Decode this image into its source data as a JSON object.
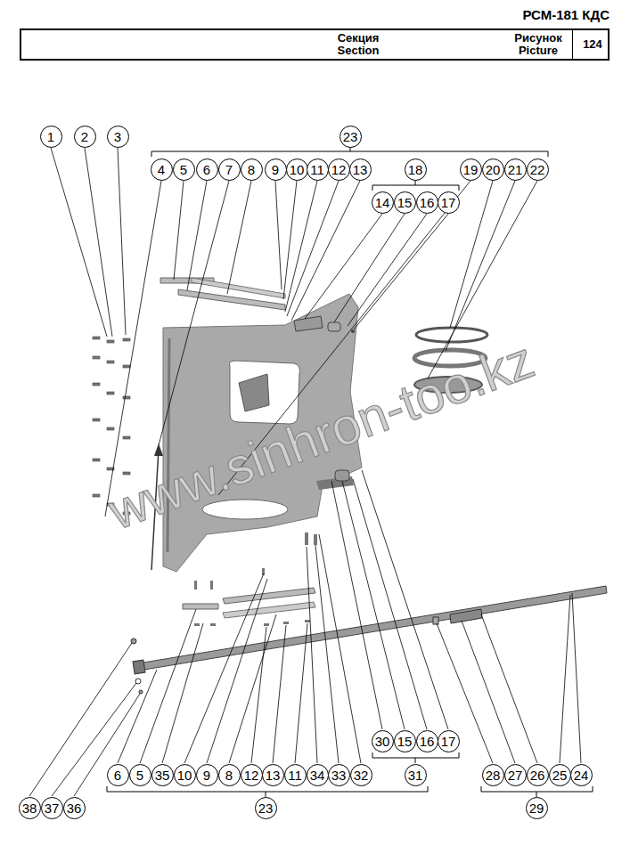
{
  "diagram": {
    "title": "РСМ-181 КДС",
    "nodes": [
      {
        "text": [
          "Секция Section",
          "Рисунок Picture",
          "124"
        ]
      },
      {
        "text": [
          "1"
        ]
      },
      {
        "text": [
          "2"
        ]
      },
      {
        "text": [
          "3"
        ]
      },
      {
        "text": [
          "23"
        ]
      },
      {
        "text": [
          "4"
        ]
      },
      {
        "text": [
          "5"
        ]
      },
      {
        "text": [
          "6"
        ]
      },
      {
        "text": [
          "7"
        ]
      },
      {
        "text": [
          "8"
        ]
      },
      {
        "text": [
          "9"
        ]
      },
      {
        "text": [
          "10"
        ]
      },
      {
        "text": [
          "11"
        ]
      },
      {
        "text": [
          "12"
        ]
      },
      {
        "text": [
          "13"
        ]
      },
      {
        "text": [
          "18"
        ]
      },
      {
        "text": [
          "19"
        ]
      },
      {
        "text": [
          "20"
        ]
      },
      {
        "text": [
          "21"
        ]
      },
      {
        "text": [
          "22"
        ]
      },
      {
        "text": [
          "14"
        ]
      },
      {
        "text": [
          "15"
        ]
      },
      {
        "text": [
          "16"
        ]
      },
      {
        "text": [
          "17"
        ]
      },
      {
        "text": [
          "30"
        ]
      },
      {
        "text": [
          "15"
        ]
      },
      {
        "text": [
          "16"
        ]
      },
      {
        "text": [
          "17"
        ]
      },
      {
        "text": [
          "6"
        ]
      },
      {
        "text": [
          "5"
        ]
      },
      {
        "text": [
          "35"
        ]
      },
      {
        "text": [
          "10"
        ]
      },
      {
        "text": [
          "9"
        ]
      },
      {
        "text": [
          "8"
        ]
      },
      {
        "text": [
          "12"
        ]
      },
      {
        "text": [
          "13"
        ]
      },
      {
        "text": [
          "11"
        ]
      },
      {
        "text": [
          "34"
        ]
      },
      {
        "text": [
          "33"
        ]
      },
      {
        "text": [
          "32"
        ]
      },
      {
        "text": [
          "31"
        ]
      },
      {
        "text": [
          "28"
        ]
      },
      {
        "text": [
          "27"
        ]
      },
      {
        "text": [
          "26"
        ]
      },
      {
        "text": [
          "25"
        ]
      },
      {
        "text": [
          "24"
        ]
      },
      {
        "text": [
          "38"
        ]
      },
      {
        "text": [
          "37"
        ]
      },
      {
        "text": [
          "36"
        ]
      },
      {
        "text": [
          "23"
        ]
      },
      {
        "text": [
          "29"
        ]
      }
    ],
    "labels": [
      "www.sinhron-too.kz"
    ]
  }
}
